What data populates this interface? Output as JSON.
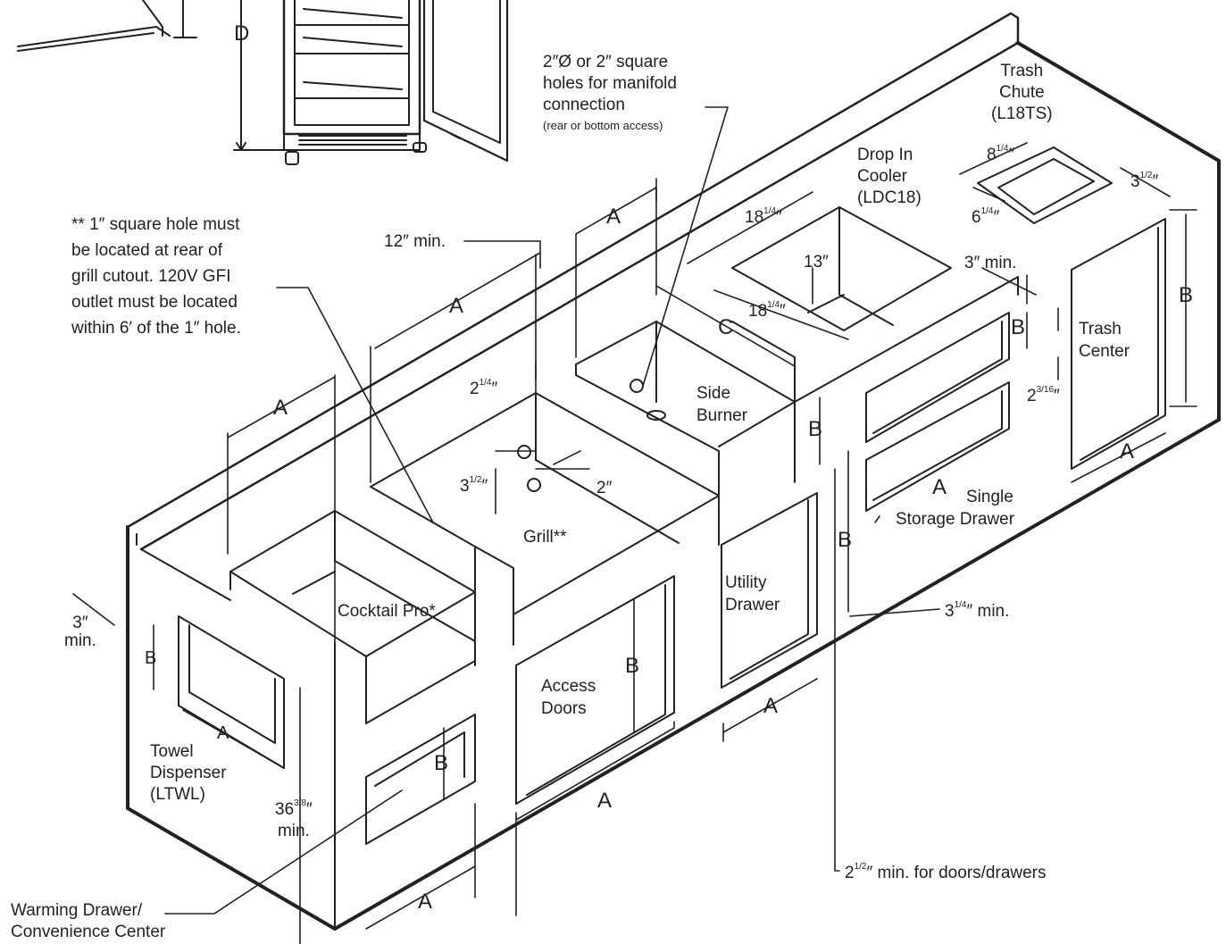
{
  "notes": {
    "grill_hole_note": "** 1″ square hole must\nbe located at rear of\ngrill cutout. 120V GFI\noutlet must be located\nwithin 6′ of the 1″ hole.",
    "manifold_note": "2″Ø or 2″ square\nholes for manifold\nconnection",
    "manifold_access": "(rear or bottom access)",
    "doors_drawers_note": "2¹ᐟ²″ min. for doors/drawers"
  },
  "components": {
    "trash_chute": "Trash\nChute\n(L18TS)",
    "drop_in_cooler": "Drop In\nCooler\n(LDC18)",
    "side_burner": "Side\nBurner",
    "grill": "Grill**",
    "cocktail_pro": "Cocktail Pro*",
    "trash_center": "Trash\nCenter",
    "single_storage_drawer_1": "Single",
    "single_storage_drawer_2": "Storage Drawer",
    "utility_drawer": "Utility\nDrawer",
    "access_doors": "Access\nDoors",
    "towel_dispenser": "Towel\nDispenser\n(LTWL)",
    "warming_drawer": "Warming Drawer/\nConvenience Center"
  },
  "dimensions": {
    "A": "A",
    "B": "B",
    "C": "C",
    "D": "D",
    "twelve_min": "12″ min.",
    "three_min_right": "3″ min.",
    "three_min_left": "3″\nmin.",
    "thirteen": "13″",
    "eighteen_quarter": "18",
    "quarter": "1/4",
    "eight_quarter": "8",
    "six_quarter": "6",
    "three_half": "3",
    "half": "1/2",
    "two_quarter": "2",
    "three_half_grill": "3",
    "two_inch": "2″",
    "two_three_sixteenth": "2",
    "three_sixteenth": "3/16",
    "three_quarter_min": "3",
    "three_quarter_min_suffix": "″ min.",
    "thirty_six": "36",
    "three_eighth": "3/8",
    "min": "min.",
    "two_half": "2",
    "two_half_suffix": "″ min. for doors/drawers",
    "inch": "″"
  },
  "colors": {
    "line": "#222222",
    "background": "#ffffff"
  }
}
